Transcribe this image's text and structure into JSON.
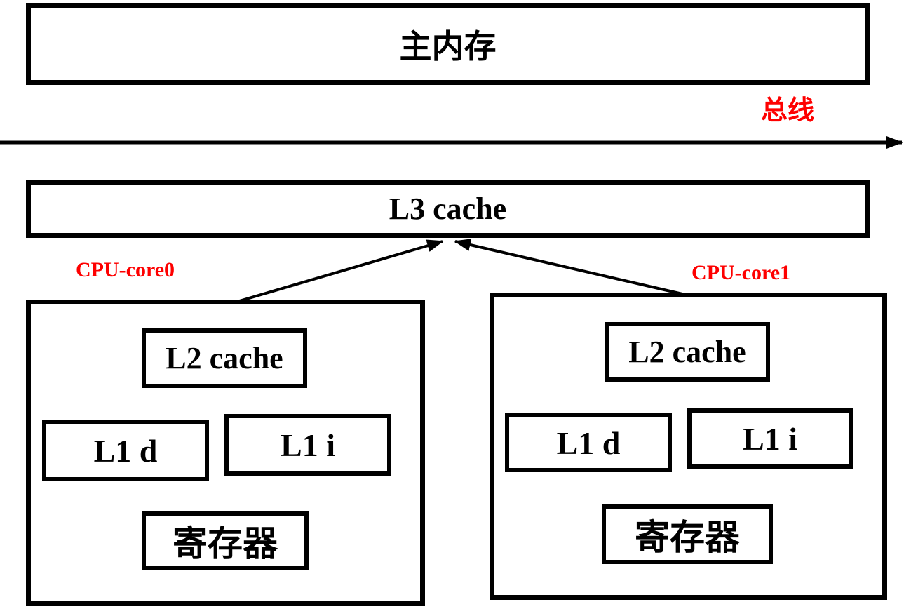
{
  "diagram": {
    "main_memory_label": "主内存",
    "bus_label": "总线",
    "l3_label": "L3 cache",
    "cores": [
      {
        "name": "CPU-core0",
        "l2_label": "L2 cache",
        "l1d_label": "L1 d",
        "l1i_label": "L1 i",
        "registers_label": "寄存器"
      },
      {
        "name": "CPU-core1",
        "l2_label": "L2 cache",
        "l1d_label": "L1 d",
        "l1i_label": "L1 i",
        "registers_label": "寄存器"
      }
    ],
    "colors": {
      "label_red": "#fe0000",
      "line_black": "#000000",
      "background": "#ffffff"
    }
  }
}
